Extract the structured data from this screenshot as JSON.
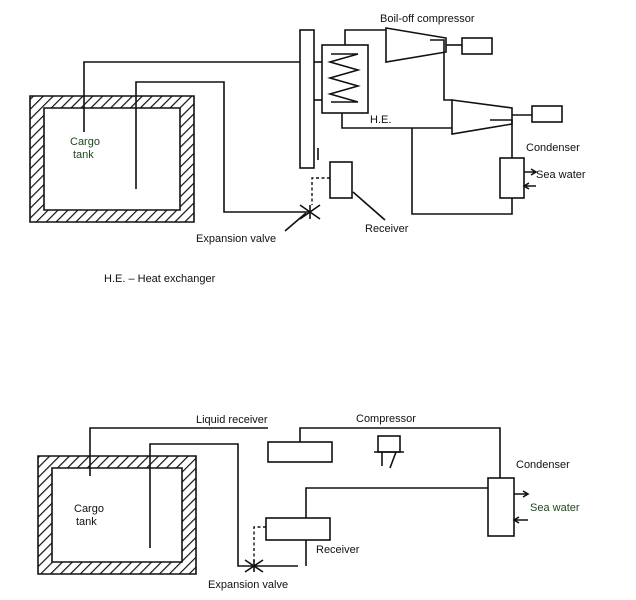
{
  "diagram1": {
    "compressor_label": "Boil-off compressor",
    "he_label": "H.E.",
    "condenser_label": "Condenser",
    "seawater_label": "Sea water",
    "receiver_label": "Receiver",
    "expansion_label": "Expansion valve",
    "cargo_line1": "Cargo",
    "cargo_line2": "tank",
    "legend": "H.E. – Heat exchanger"
  },
  "diagram2": {
    "liquid_receiver_label": "Liquid receiver",
    "compressor_label": "Compressor",
    "condenser_label": "Condenser",
    "seawater_label": "Sea water",
    "receiver_label": "Receiver",
    "expansion_label": "Expansion valve",
    "cargo_line1": "Cargo",
    "cargo_line2": "tank"
  },
  "colors": {
    "line": "#111111",
    "label_green": "#1d4a1d",
    "background": "#ffffff"
  }
}
